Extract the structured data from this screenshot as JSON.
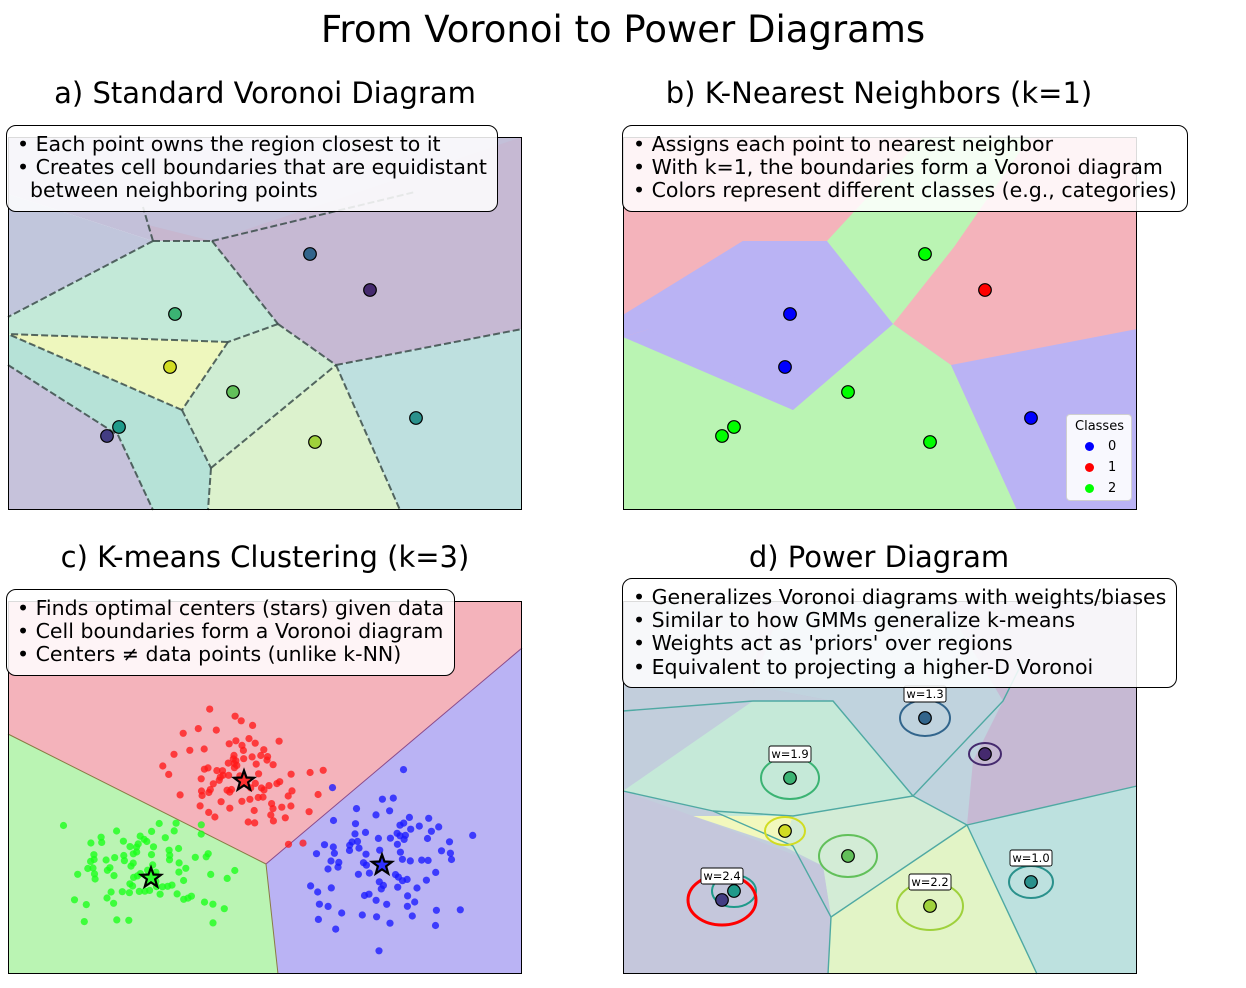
{
  "title": "From Voronoi to Power Diagrams",
  "panels": {
    "a": {
      "title": "a) Standard Voronoi Diagram",
      "desc": "• Each point owns the region closest to it\n• Creates cell boundaries that are equidistant\n  between neighboring points"
    },
    "b": {
      "title": "b) K-Nearest Neighbors (k=1)",
      "desc": "• Assigns each point to nearest neighbor\n• With k=1, the boundaries form a Voronoi diagram\n• Colors represent different classes (e.g., categories)"
    },
    "c": {
      "title": "c) K-means Clustering (k=3)",
      "desc": "• Finds optimal centers (stars) given data\n• Cell boundaries form a Voronoi diagram\n• Centers ≠ data points (unlike k-NN)"
    },
    "d": {
      "title": "d) Power Diagram",
      "desc": "• Generalizes Voronoi diagrams with weights/biases\n• Similar to how GMMs generalize k-means\n• Weights act as 'priors' over regions\n• Equivalent to projecting a higher-D Voronoi"
    }
  },
  "legend": {
    "title": "Classes",
    "items": [
      {
        "label": "0",
        "color": "#0000ff"
      },
      {
        "label": "1",
        "color": "#ff0000"
      },
      {
        "label": "2",
        "color": "#00ff00"
      }
    ]
  },
  "weight_labels": [
    "w=1.3",
    "w=1.9",
    "w=2.4",
    "w=2.2",
    "w=1.0"
  ],
  "class_colors": {
    "0": "#0000ff",
    "1": "#ff0000",
    "2": "#00ff00"
  }
}
